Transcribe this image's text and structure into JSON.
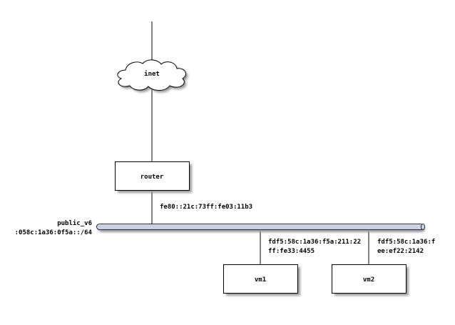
{
  "colors": {
    "bus_fill": "#c8d4e6",
    "shadow": "#9a9a9a",
    "background": "#ffffff"
  },
  "cloud": {
    "label": "inet",
    "icon": "cloud-icon"
  },
  "router": {
    "label": "router"
  },
  "network": {
    "name": "public_v6",
    "prefix": ":058c:1a36:0f5a::/64"
  },
  "router_address": "fe80::21c:73ff:fe03:11b3",
  "vms": [
    {
      "label": "vm1",
      "address_line1": "fdf5:58c:1a36:f5a:211:22",
      "address_line2": "ff:fe33:4455"
    },
    {
      "label": "vm2",
      "address_line1": "fdf5:58c:1a36:f",
      "address_line2": "ee:ef22:2142"
    }
  ]
}
